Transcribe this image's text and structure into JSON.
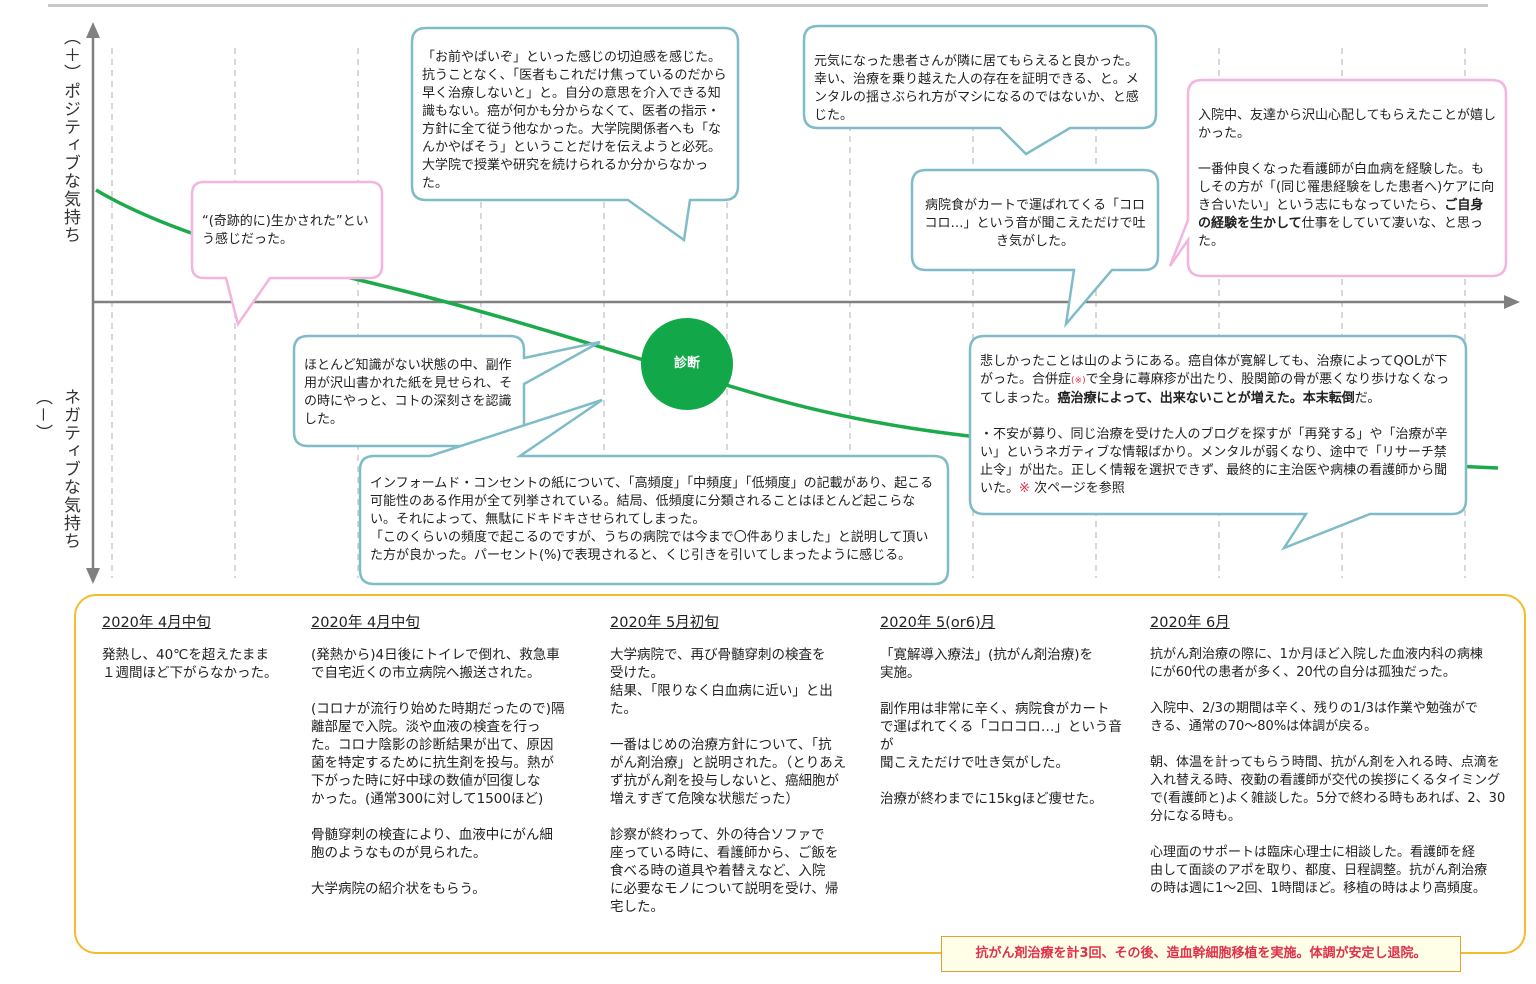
{
  "axis": {
    "positive_label": "（＋）ポジティブな気持ち",
    "negative_label": "ネガティブな気持ち（－）"
  },
  "diagnosis_label": "診断",
  "callouts": {
    "c1": "“(奇跡的に)生かされた”という感じだった。",
    "c2": "「お前やばいぞ」といった感じの切迫感を感じた。抗うことなく、「医者もこれだけ焦っているのだから早く治療しないと」と。自分の意思を介入できる知識もない。癌が何かも分からなくて、医者の指示・方針に全て従う他なかった。大学院関係者へも「なんかやばそう」ということだけを伝えようと必死。大学院で授業や研究を続けられるか分からなかった。",
    "c3": "ほとんど知識がない状態の中、副作用が沢山書かれた紙を見せられ、その時にやっと、コトの深刻さを認識した。",
    "c4": "インフォームド・コンセントの紙について、「高頻度」「中頻度」「低頻度」の記載があり、起こる可能性のある作用が全て列挙されている。結局、低頻度に分類されることはほとんど起こらない。それによって、無駄にドキドキさせられてしまった。\n「このくらいの頻度で起こるのですが、うちの病院では今まで〇件ありました」と説明して頂いた方が良かった。パーセント(%)で表現されると、くじ引きを引いてしまったように感じる。",
    "c5": "元気になった患者さんが隣に居てもらえると良かった。幸い、治療を乗り越えた人の存在を証明できる、と。メンタルの揺さぶられ方がマシになるのではないか、と感じた。",
    "c6": "病院食がカートで運ばれてくる「コロコロ…」という音が聞こえただけで吐き気がした。",
    "c7": {
      "p1": "入院中、友達から沢山心配してもらえたことが嬉しかった。",
      "p2a": "一番仲良くなった看護師が白血病を経験した。もしその方が「(同じ罹患経験をした患者へ)ケアに向き合いたい」という志にもなっていたら、",
      "p2b": "ご自身の経験を生かして",
      "p2c": "仕事をしていて凄いな、と思った。"
    },
    "c8": {
      "a": "悲しかったことは山のようにある。癌自体が寛解しても、治療によってQOLが下がった。合併症",
      "mark": "(※)",
      "b": "で全身に蕁麻疹が出たり、股関節の骨が悪くなり歩けなくなってしまった。",
      "bold": "癌治療によって、出来ないことが増えた。本末転倒",
      "c": "だ。",
      "d": "・不安が募り、同じ治療を受けた人のブログを探すが「再発する」や「治療が辛い」というネガティブな情報ばかり。メンタルが弱くなり、途中で「リサーチ禁止令」が出た。正しく情報を選択できず、最終的に主治医や病棟の看護師から聞いた。",
      "star": "※",
      "e": "次ページを参照"
    }
  },
  "timeline": [
    {
      "date": "2020年 4月中旬",
      "paras": [
        "発熱し、40℃を超えたまま\n１週間ほど下がらなかった。"
      ]
    },
    {
      "date": "2020年 4月中旬",
      "paras": [
        "(発熱から)4日後にトイレで倒れ、救急車\nで自宅近くの市立病院へ搬送された。",
        "(コロナが流行り始めた時期だったので)隔\n離部屋で入院。淡や血液の検査を行っ\nた。コロナ陰影の診断結果が出て、原因\n菌を特定するために抗生剤を投与。熱が\n下がった時に好中球の数値が回復しな\nかった。(通常300に対して1500ほど)",
        "骨髄穿刺の検査により、血液中にがん細\n胞のようなものが見られた。",
        "大学病院の紹介状をもらう。"
      ]
    },
    {
      "date": "2020年 5月初旬",
      "paras": [
        "大学病院で、再び骨髄穿刺の検査を\n受けた。\n結果、「限りなく白血病に近い」と出\nた。",
        "一番はじめの治療方針について、「抗\nがん剤治療」と説明された。（とりあえ\nず抗がん剤を投与しないと、癌細胞が\n増えすぎて危険な状態だった）",
        "診察が終わって、外の待合ソファで\n座っている時に、看護師から、ご飯を\n食べる時の道具や着替えなど、入院\nに必要なモノについて説明を受け、帰\n宅した。"
      ]
    },
    {
      "date": "2020年 5(or6)月",
      "paras": [
        "「寛解導入療法」(抗がん剤治療)を\n実施。",
        "副作用は非常に辛く、病院食がカート\nで運ばれてくる「コロコロ…」という音が\n聞こえただけで吐き気がした。",
        "治療が終わまでに15kgほど痩せた。"
      ]
    },
    {
      "date": "2020年 6月",
      "paras": [
        "抗がん剤治療の際に、1か月ほど入院した血液内科の病棟\nにが60代の患者が多く、20代の自分は孤独だった。",
        "入院中、2/3の期間は辛く、残りの1/3は作業や勉強がで\nきる、通常の70～80%は体調が戻る。",
        "朝、体温を計ってもらう時間、抗がん剤を入れる時、点滴を\n入れ替える時、夜勤の看護師が交代の挨拶にくるタイミング\nで(看護師と)よく雑談した。5分で終わる時もあれば、2、30\n分になる時も。",
        "心理面のサポートは臨床心理士に相談した。看護師を経\n由して面談のアポを取り、都度、日程調整。抗がん剤治療\nの時は週に1～2回、1時間ほど。移植の時はより高頻度。"
      ]
    }
  ],
  "footer_note": "抗がん剤治療を計3回、その後、造血幹細胞移植を実施。体調が安定し退院。",
  "colors": {
    "curve": "#1daa4b",
    "diagnosis": "#12a84a",
    "callout_teal": "#7fbcc7",
    "callout_pink": "#f3b5de",
    "timeline_border": "#f2bc2e",
    "axis": "#808080",
    "red_text": "#e0304a"
  }
}
